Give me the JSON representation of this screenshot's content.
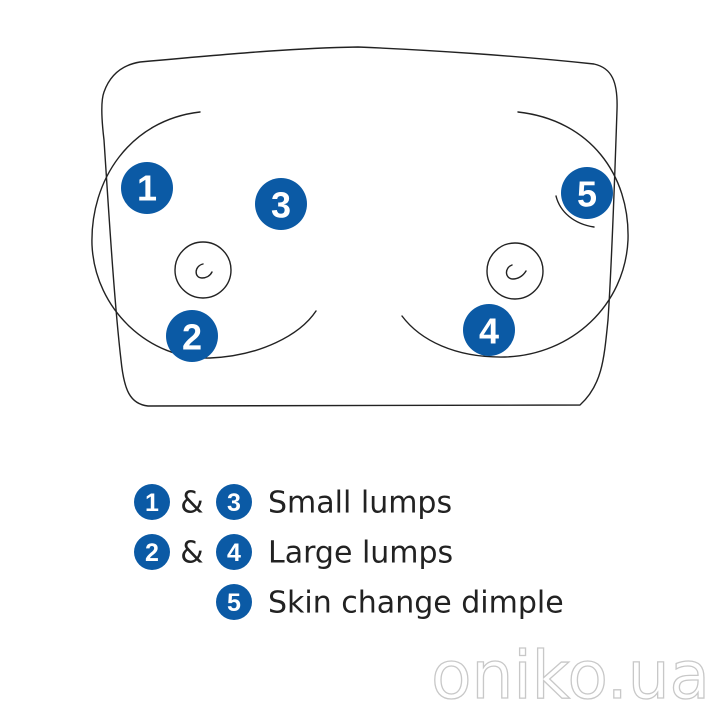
{
  "colors": {
    "marker": "#0b5aa5",
    "marker_text": "#ffffff",
    "outline": "#222222",
    "legend_text": "#222222",
    "watermark": "#c8c8c8"
  },
  "markers": {
    "m1": "1",
    "m2": "2",
    "m3": "3",
    "m4": "4",
    "m5": "5"
  },
  "legend": {
    "row1": {
      "a": "1",
      "amp": "&",
      "b": "3",
      "text": "Small lumps"
    },
    "row2": {
      "a": "2",
      "amp": "&",
      "b": "4",
      "text": "Large lumps"
    },
    "row3": {
      "a": "5",
      "text": "Skin change dimple"
    }
  },
  "watermark": "oniko.ua"
}
